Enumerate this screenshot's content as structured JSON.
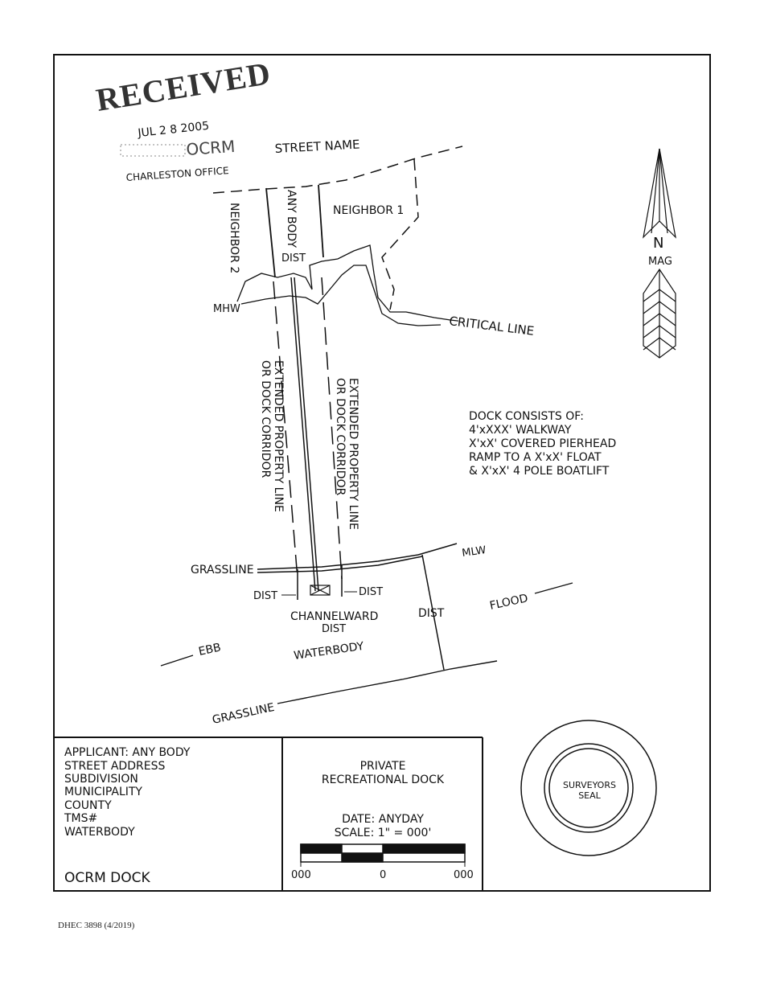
{
  "stamp": {
    "word": "RECEIVED",
    "date": "JUL 2 8 2005",
    "agency": "OCRM",
    "office": "CHARLESTON OFFICE"
  },
  "map": {
    "street_name": "STREET NAME",
    "neighbor1": "NEIGHBOR 1",
    "neighbor2": "NEIGHBOR 2",
    "owner": "ANY BODY",
    "dist": "DIST",
    "mhw": "MHW",
    "critical_line": "CRITICAL LINE",
    "corridor_line1": "EXTENDED PROPERTY LINE",
    "corridor_line2": "OR DOCK CORRIDOR",
    "grassline": "GRASSLINE",
    "mlw": "MLW",
    "flood": "FLOOD",
    "ebb": "EBB",
    "channelward": "CHANNELWARD",
    "waterbody": "WATERBODY"
  },
  "north_arrow": {
    "letter": "N",
    "label": "MAG"
  },
  "dock_note": [
    "DOCK CONSISTS OF:",
    "4'xXXX' WALKWAY",
    "X'xX' COVERED PIERHEAD",
    "RAMP TO A X'xX' FLOAT",
    "& X'xX' 4 POLE BOATLIFT"
  ],
  "title_block": {
    "applicant_lines": [
      "APPLICANT: ANY BODY",
      "STREET ADDRESS",
      "SUBDIVISION",
      "MUNICIPALITY",
      "COUNTY",
      "TMS#",
      "WATERBODY"
    ],
    "footer_label": "OCRM DOCK",
    "title_line1": "PRIVATE",
    "title_line2": "RECREATIONAL DOCK",
    "date_line": "DATE: ANYDAY",
    "scale_line": "SCALE: 1\" = 000'",
    "scale_left": "000",
    "scale_mid": "0",
    "scale_right": "000",
    "seal_line1": "SURVEYORS",
    "seal_line2": "SEAL"
  },
  "form_id": "DHEC 3898 (4/2019)"
}
